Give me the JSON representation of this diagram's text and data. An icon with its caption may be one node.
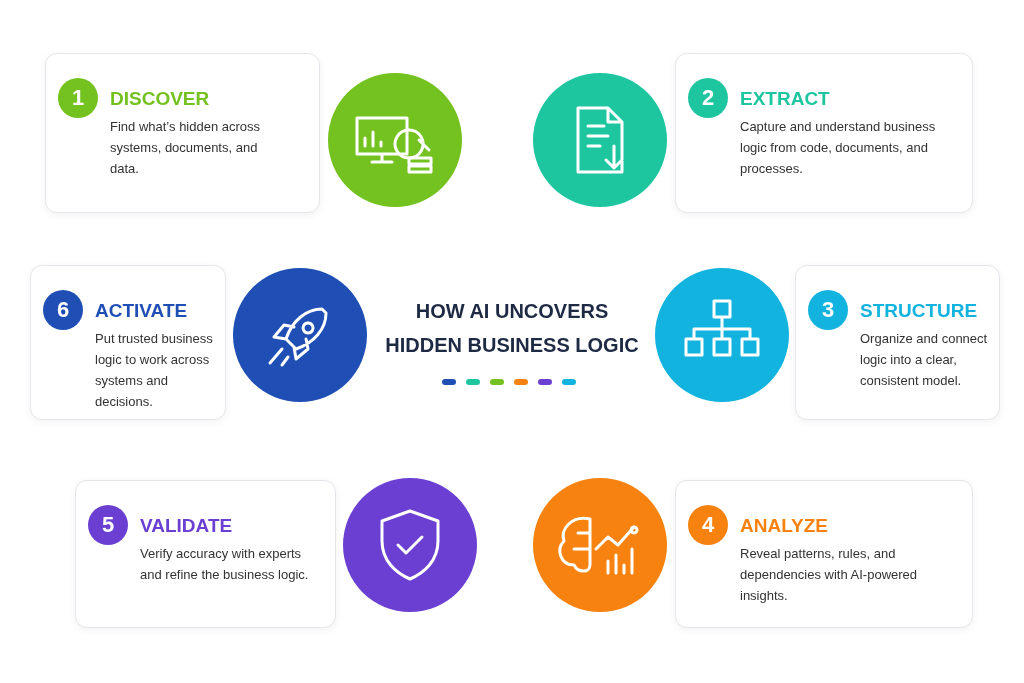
{
  "diagram": {
    "title": "HOW AI UNCOVERS HIDDEN BUSINESS LOGIC",
    "nodes": [
      {
        "text": [
          "DISCOVER",
          "Find what’s hidden across systems, documents, and data."
        ]
      },
      {
        "text": [
          "1"
        ],
        "in": 0
      },
      {
        "text": [
          "EXTRACT",
          "Capture and understand business logic from code, documents, and processes."
        ]
      },
      {
        "text": [
          "2"
        ],
        "in": 2
      },
      {
        "text": [
          "STRUCTURE",
          "Organize and connect logic into a clear, consistent model."
        ]
      },
      {
        "text": [
          "3"
        ],
        "in": 4
      },
      {
        "text": [
          "ANALYZE",
          "Reveal patterns, rules, and dependencies with AI-powered insights."
        ]
      },
      {
        "text": [
          "4"
        ],
        "in": 6
      },
      {
        "text": [
          "VALIDATE",
          "Verify accuracy with experts and refine the business logic."
        ]
      },
      {
        "text": [
          "5"
        ],
        "in": 8
      },
      {
        "text": [
          "ACTIVATE",
          "Put trusted business logic to work across systems and decisions."
        ]
      },
      {
        "text": [
          "6"
        ],
        "in": 10
      }
    ],
    "edges": []
  }
}
